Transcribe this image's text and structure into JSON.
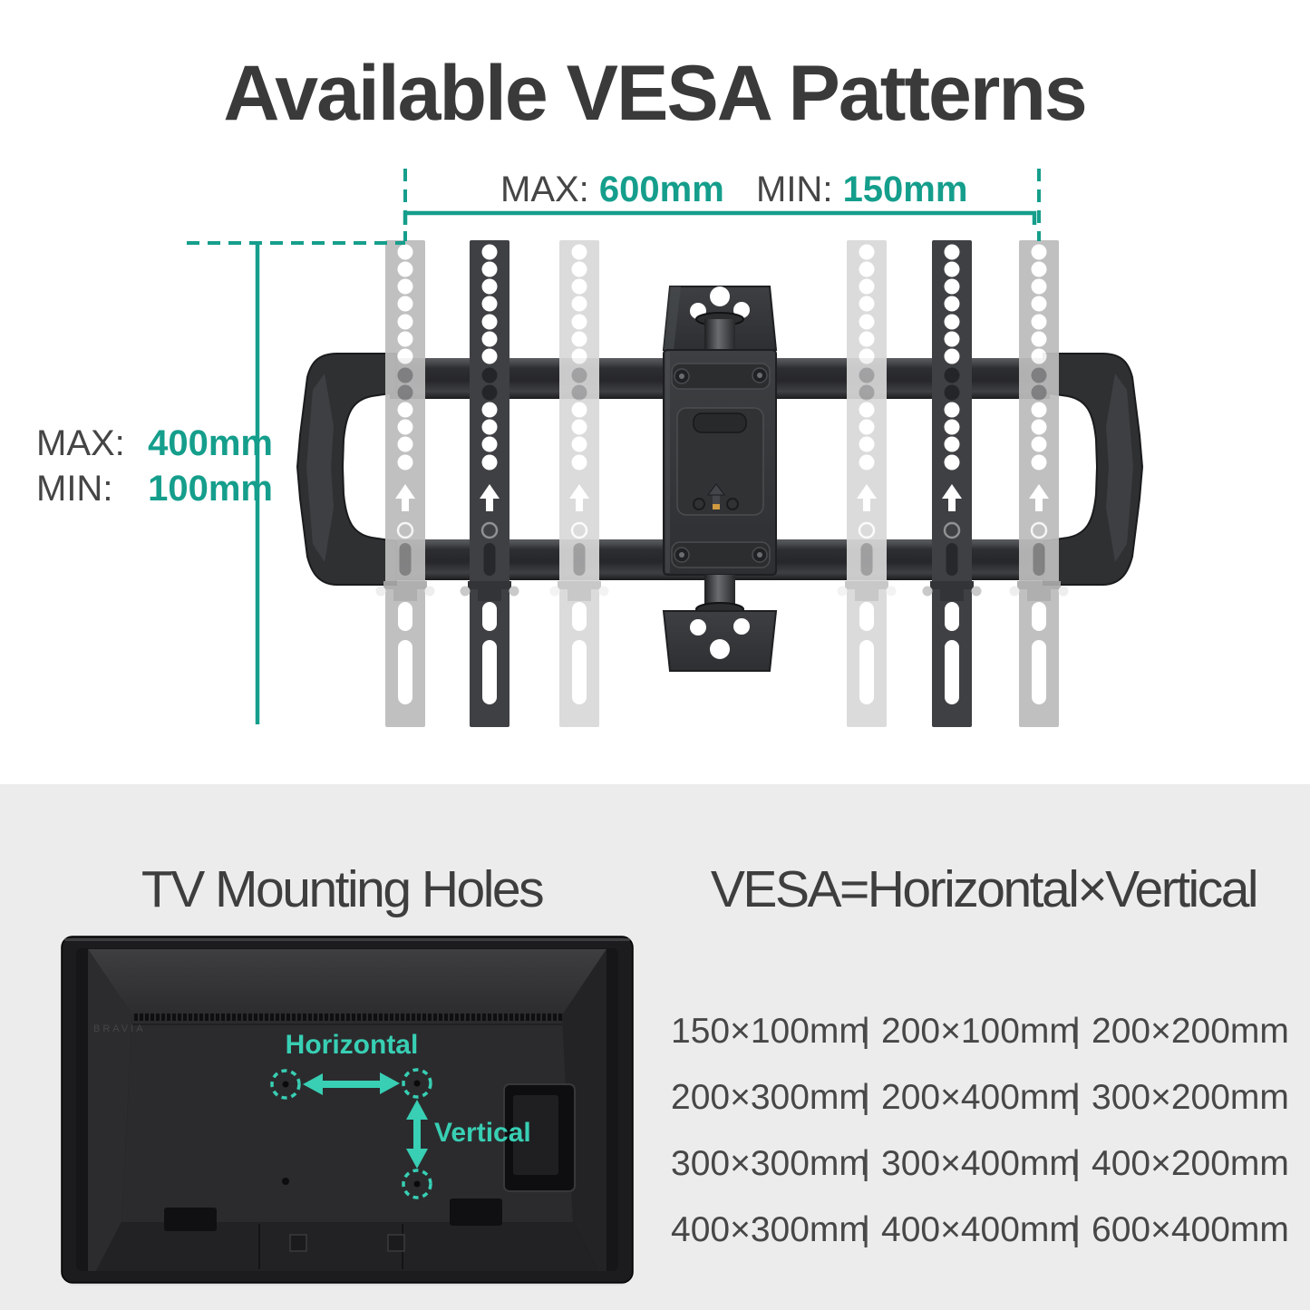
{
  "title": "Available VESA Patterns",
  "colors": {
    "accent_dim": "#159e8c",
    "accent_bright": "#38cfb4",
    "heading_text": "#3e3e3e",
    "body_text": "#474747",
    "section_background": "#ececec"
  },
  "top_diagram": {
    "horizontal_max_label": "MAX:",
    "horizontal_max_value": "600mm",
    "horizontal_min_label": "MIN:",
    "horizontal_min_value": "150mm",
    "vertical_max_label": "MAX:",
    "vertical_max_value": "400mm",
    "vertical_min_label": "MIN:",
    "vertical_min_value": "100mm"
  },
  "bottom_section": {
    "left_heading": "TV Mounting Holes",
    "right_heading": "VESA=Horizontal×Vertical",
    "separator": "|",
    "tv": {
      "horizontal_label": "Horizontal",
      "vertical_label": "Vertical",
      "brand": "BRAVIA"
    },
    "vesa_rows": [
      [
        "150×100mm",
        "200×100mm",
        "200×200mm"
      ],
      [
        "200×300mm",
        "200×400mm",
        "300×200mm"
      ],
      [
        "300×300mm",
        "300×400mm",
        "400×200mm"
      ],
      [
        "400×300mm",
        "400×400mm",
        "600×400mm"
      ]
    ]
  }
}
